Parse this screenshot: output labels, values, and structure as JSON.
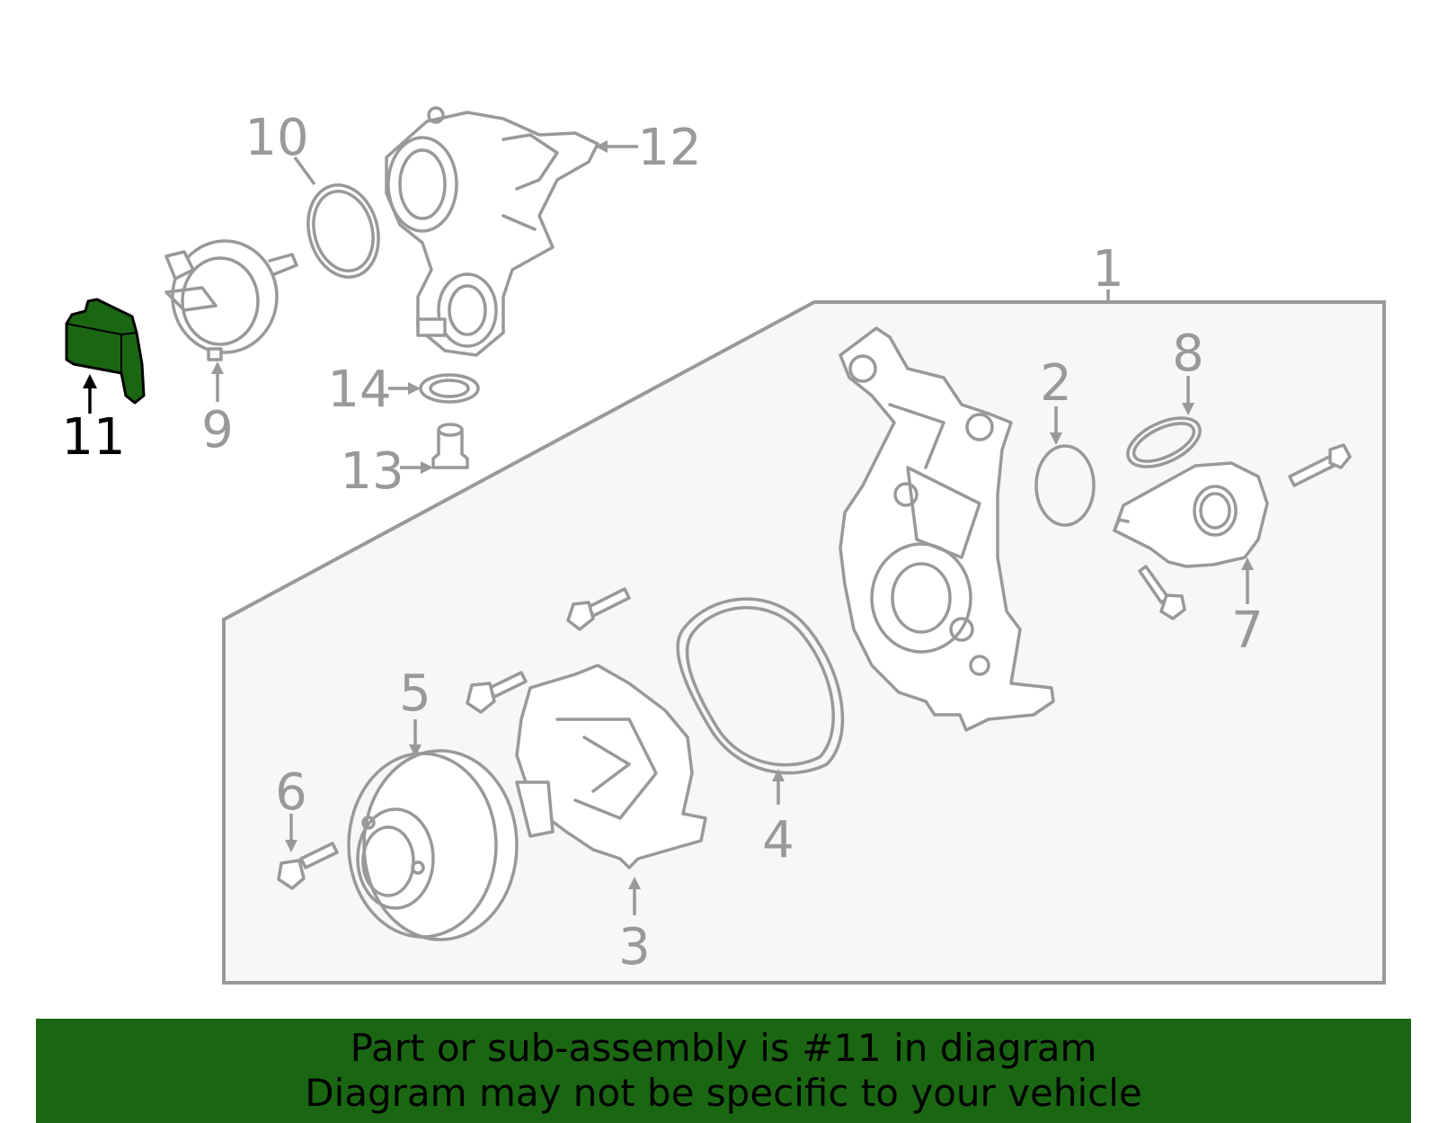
{
  "colors": {
    "highlight": "#1b6613",
    "outline": "#999999",
    "banner_text": "#000000",
    "highlight_label": "#000000"
  },
  "highlighted_part": "11",
  "callouts": {
    "c1": "1",
    "c2": "2",
    "c3": "3",
    "c4": "4",
    "c5": "5",
    "c6": "6",
    "c7": "7",
    "c8": "8",
    "c9": "9",
    "c10": "10",
    "c11": "11",
    "c12": "12",
    "c13": "13",
    "c14": "14"
  },
  "banner": {
    "line1": "Part or sub-assembly is #11 in diagram",
    "line2": "Diagram may not be specific to your vehicle"
  }
}
